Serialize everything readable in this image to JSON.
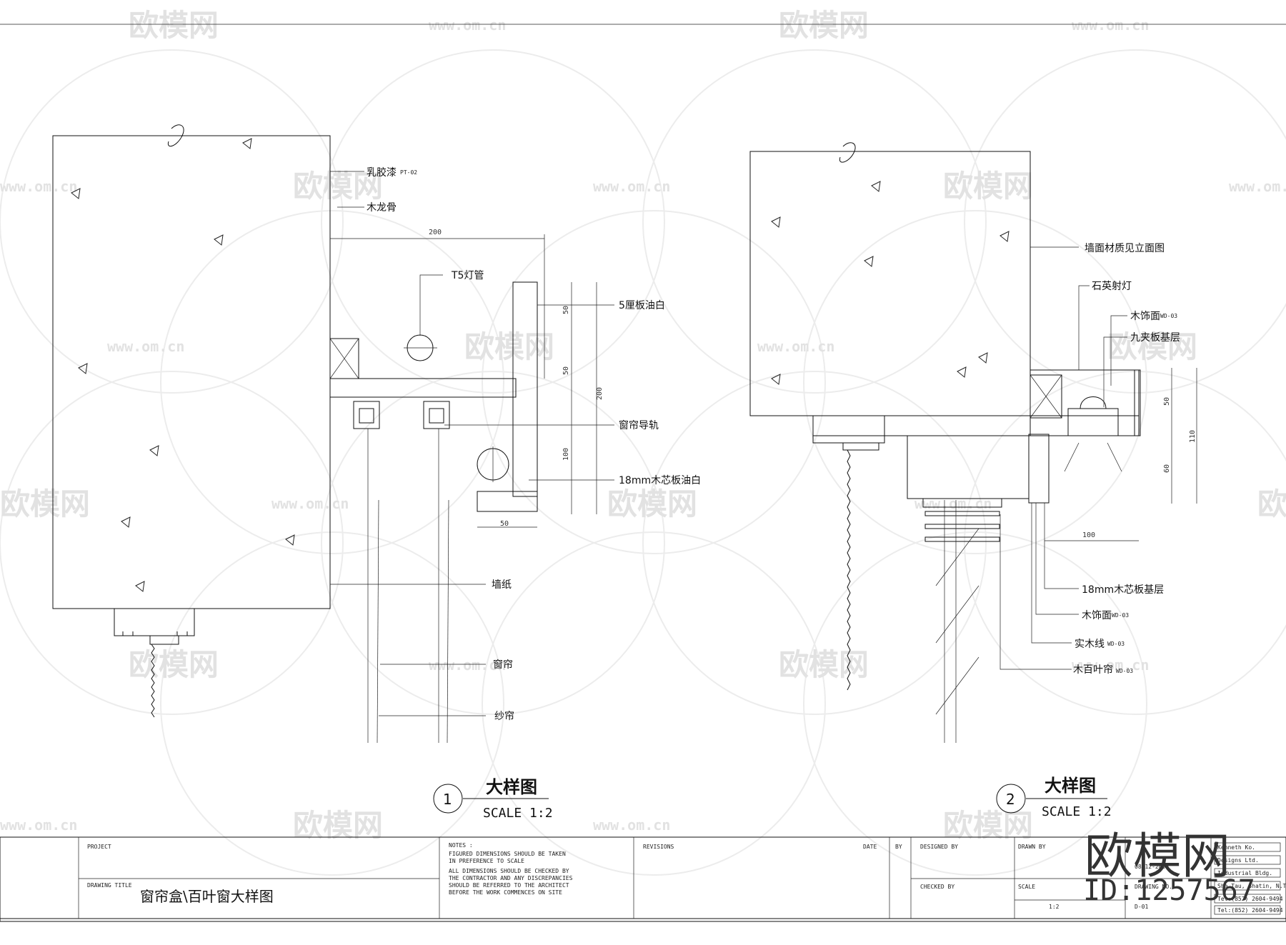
{
  "watermark": {
    "brand": "欧模网",
    "url": "www.om.cn",
    "id_label": "ID:1257567"
  },
  "detail1": {
    "number": "1",
    "title": "大样图",
    "scale": "SCALE 1:2",
    "labels": {
      "latex_paint": "乳胶漆",
      "latex_paint_tag": "PT-02",
      "wood_keel": "木龙骨",
      "t5_lamp": "T5灯管",
      "plywood_5": "5厘板油白",
      "curtain_rail": "窗帘导轨",
      "blockboard_18": "18mm木芯板油白",
      "wallpaper": "墙纸",
      "curtain": "窗帘",
      "sheer": "纱帘"
    },
    "dims": {
      "top": "200",
      "side_total": "200",
      "side_a": "50",
      "side_b": "50",
      "side_c": "100",
      "bottom": "50"
    }
  },
  "detail2": {
    "number": "2",
    "title": "大样图",
    "scale": "SCALE 1:2",
    "labels": {
      "wall_material": "墙面材质见立面图",
      "quartz_lamp": "石英射灯",
      "wood_finish": "木饰面",
      "wood_finish_tag": "WD-03",
      "ply9_base": "九夹板基层",
      "blockboard_base": "18mm木芯板基层",
      "wood_finish_2": "木饰面",
      "wood_finish_2_tag": "WD-03",
      "solid_wood_line": "实木线",
      "solid_wood_line_tag": "WD-03",
      "wood_blind": "木百叶帘",
      "wood_blind_tag": "WD-03"
    },
    "dims": {
      "side_total": "110",
      "side_a": "50",
      "side_b": "60",
      "bottom": "100"
    }
  },
  "title_block": {
    "project_label": "PROJECT",
    "drawing_title_label": "DRAWING TITLE",
    "drawing_title": "窗帘盒\\百叶窗大样图",
    "notes_label": "NOTES :",
    "notes": [
      "FIGURED DIMENSIONS SHOULD BE TAKEN",
      "IN PREFERENCE TO SCALE",
      "ALL DIMENSIONS SHOULD BE CHECKED BY",
      "THE CONTRACTOR AND ANY DISCREPANCIES",
      "SHOULD BE REFERRED TO THE ARCHITECT",
      "BEFORE THE WORK COMMENCES ON SITE"
    ],
    "revisions_label": "REVISIONS",
    "date_label": "DATE",
    "by_label": "BY",
    "designed_by_label": "DESIGNED BY",
    "drawn_by_label": "DRAWN BY",
    "date_value": "08-12-2005",
    "checked_by_label": "CHECKED BY",
    "scale_label": "SCALE",
    "scale_value": "1:2",
    "drawing_no_label": "DRAWING NO.",
    "drawing_no": "D-01",
    "firm_lines": [
      "Kenneth Ko.",
      "Designs Ltd.",
      "  Industrial Bldg.",
      "Sha Tau, Shatin, N.T.",
      "Tel:(852) 2604-9494",
      "Tel:(852) 2604-9494"
    ]
  }
}
